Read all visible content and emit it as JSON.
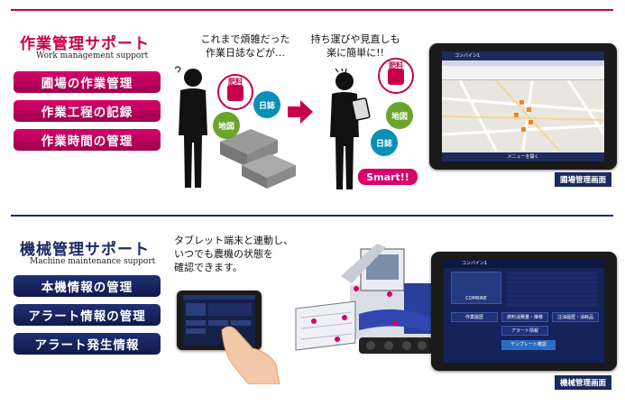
{
  "work": {
    "title": "作業管理サポート",
    "subtitle": "Work management support",
    "items": [
      "圃場の作業管理",
      "作業工程の記録",
      "作業時間の管理"
    ],
    "callout_before": [
      "これまで煩雑だった",
      "作業日誌などが…"
    ],
    "callout_after": [
      "持ち運びや見直しも",
      "楽に簡単に!!"
    ],
    "labels": {
      "fertilizer": "肥料",
      "diary": "日誌",
      "map": "地図"
    },
    "smart": "Smart!!",
    "screen_caption": "圃場管理画面",
    "screen_menu": "メニューを開く",
    "screen_tab": "コンバイン1"
  },
  "machine": {
    "title": "機械管理サポート",
    "subtitle": "Machine maintenance support",
    "items": [
      "本機情報の管理",
      "アラート情報の管理",
      "アラート発生情報"
    ],
    "callout": [
      "タブレット端末と連動し、",
      "いつでも農機の状態を",
      "確認できます。"
    ],
    "screen_caption": "機械管理画面",
    "screen_tab": "コンバイン1",
    "screen_logo": "COMBINE",
    "buttons": [
      "作業履歴",
      "燃料消費量・推移",
      "注油履歴・消耗品",
      "アラート情報",
      "テンプレート確認"
    ]
  },
  "colors": {
    "magenta": "#c8004a",
    "navy": "#1c2a66"
  }
}
